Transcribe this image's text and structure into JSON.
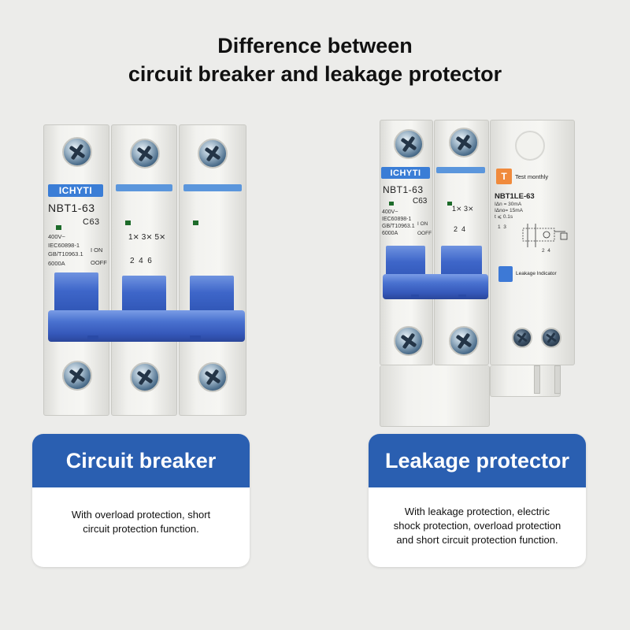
{
  "title": {
    "line1": "Difference between",
    "line2": "circuit breaker and leakage protector"
  },
  "left_device": {
    "brand": "ICHYTI",
    "model": "NBT1-63",
    "rating": "C63",
    "voltage": "400V~",
    "standard1": "IEC60898-1",
    "standard2": "GB/T10963.1",
    "capacity": "6000A",
    "on_label": "I ON",
    "off_label": "OOFF",
    "terminals_top": "1⨯ 3⨯ 5⨯",
    "terminals_bottom": "2  4  6"
  },
  "right_device": {
    "brand": "ICHYTI",
    "model": "NBT1-63",
    "rating": "C63",
    "voltage": "400V~",
    "standard1": "IEC60898-1",
    "standard2": "GB/T10963.1",
    "capacity": "6000A",
    "on_label": "I ON",
    "off_label": "OOFF",
    "terminals_top": "1⨯ 3⨯",
    "terminals_bottom": "2  4",
    "test_button": "T",
    "test_label": "Test monthly",
    "rcd_model": "NBT1LE-63",
    "rcd_spec1": "IΔn = 30mA",
    "rcd_spec2": "IΔno= 15mA",
    "rcd_spec3": "t  ⩽ 0.1s",
    "rcd_terminals": "1  3",
    "rcd_terminals_bottom": "2  4",
    "indicator_label": "Leakage Indicator"
  },
  "cards": {
    "left": {
      "heading": "Circuit breaker",
      "line1": "With overload protection, short",
      "line2": "circuit protection function."
    },
    "right": {
      "heading": "Leakage protector",
      "line1": "With leakage protection, electric",
      "line2": "shock protection, overload protection",
      "line3": "and short circuit protection function."
    }
  },
  "colors": {
    "background": "#ececea",
    "card_header": "#2a5fb1",
    "device_blue": "#3a7dd6",
    "handle_blue": "#3e66c9",
    "test_orange": "#f08a3c"
  }
}
